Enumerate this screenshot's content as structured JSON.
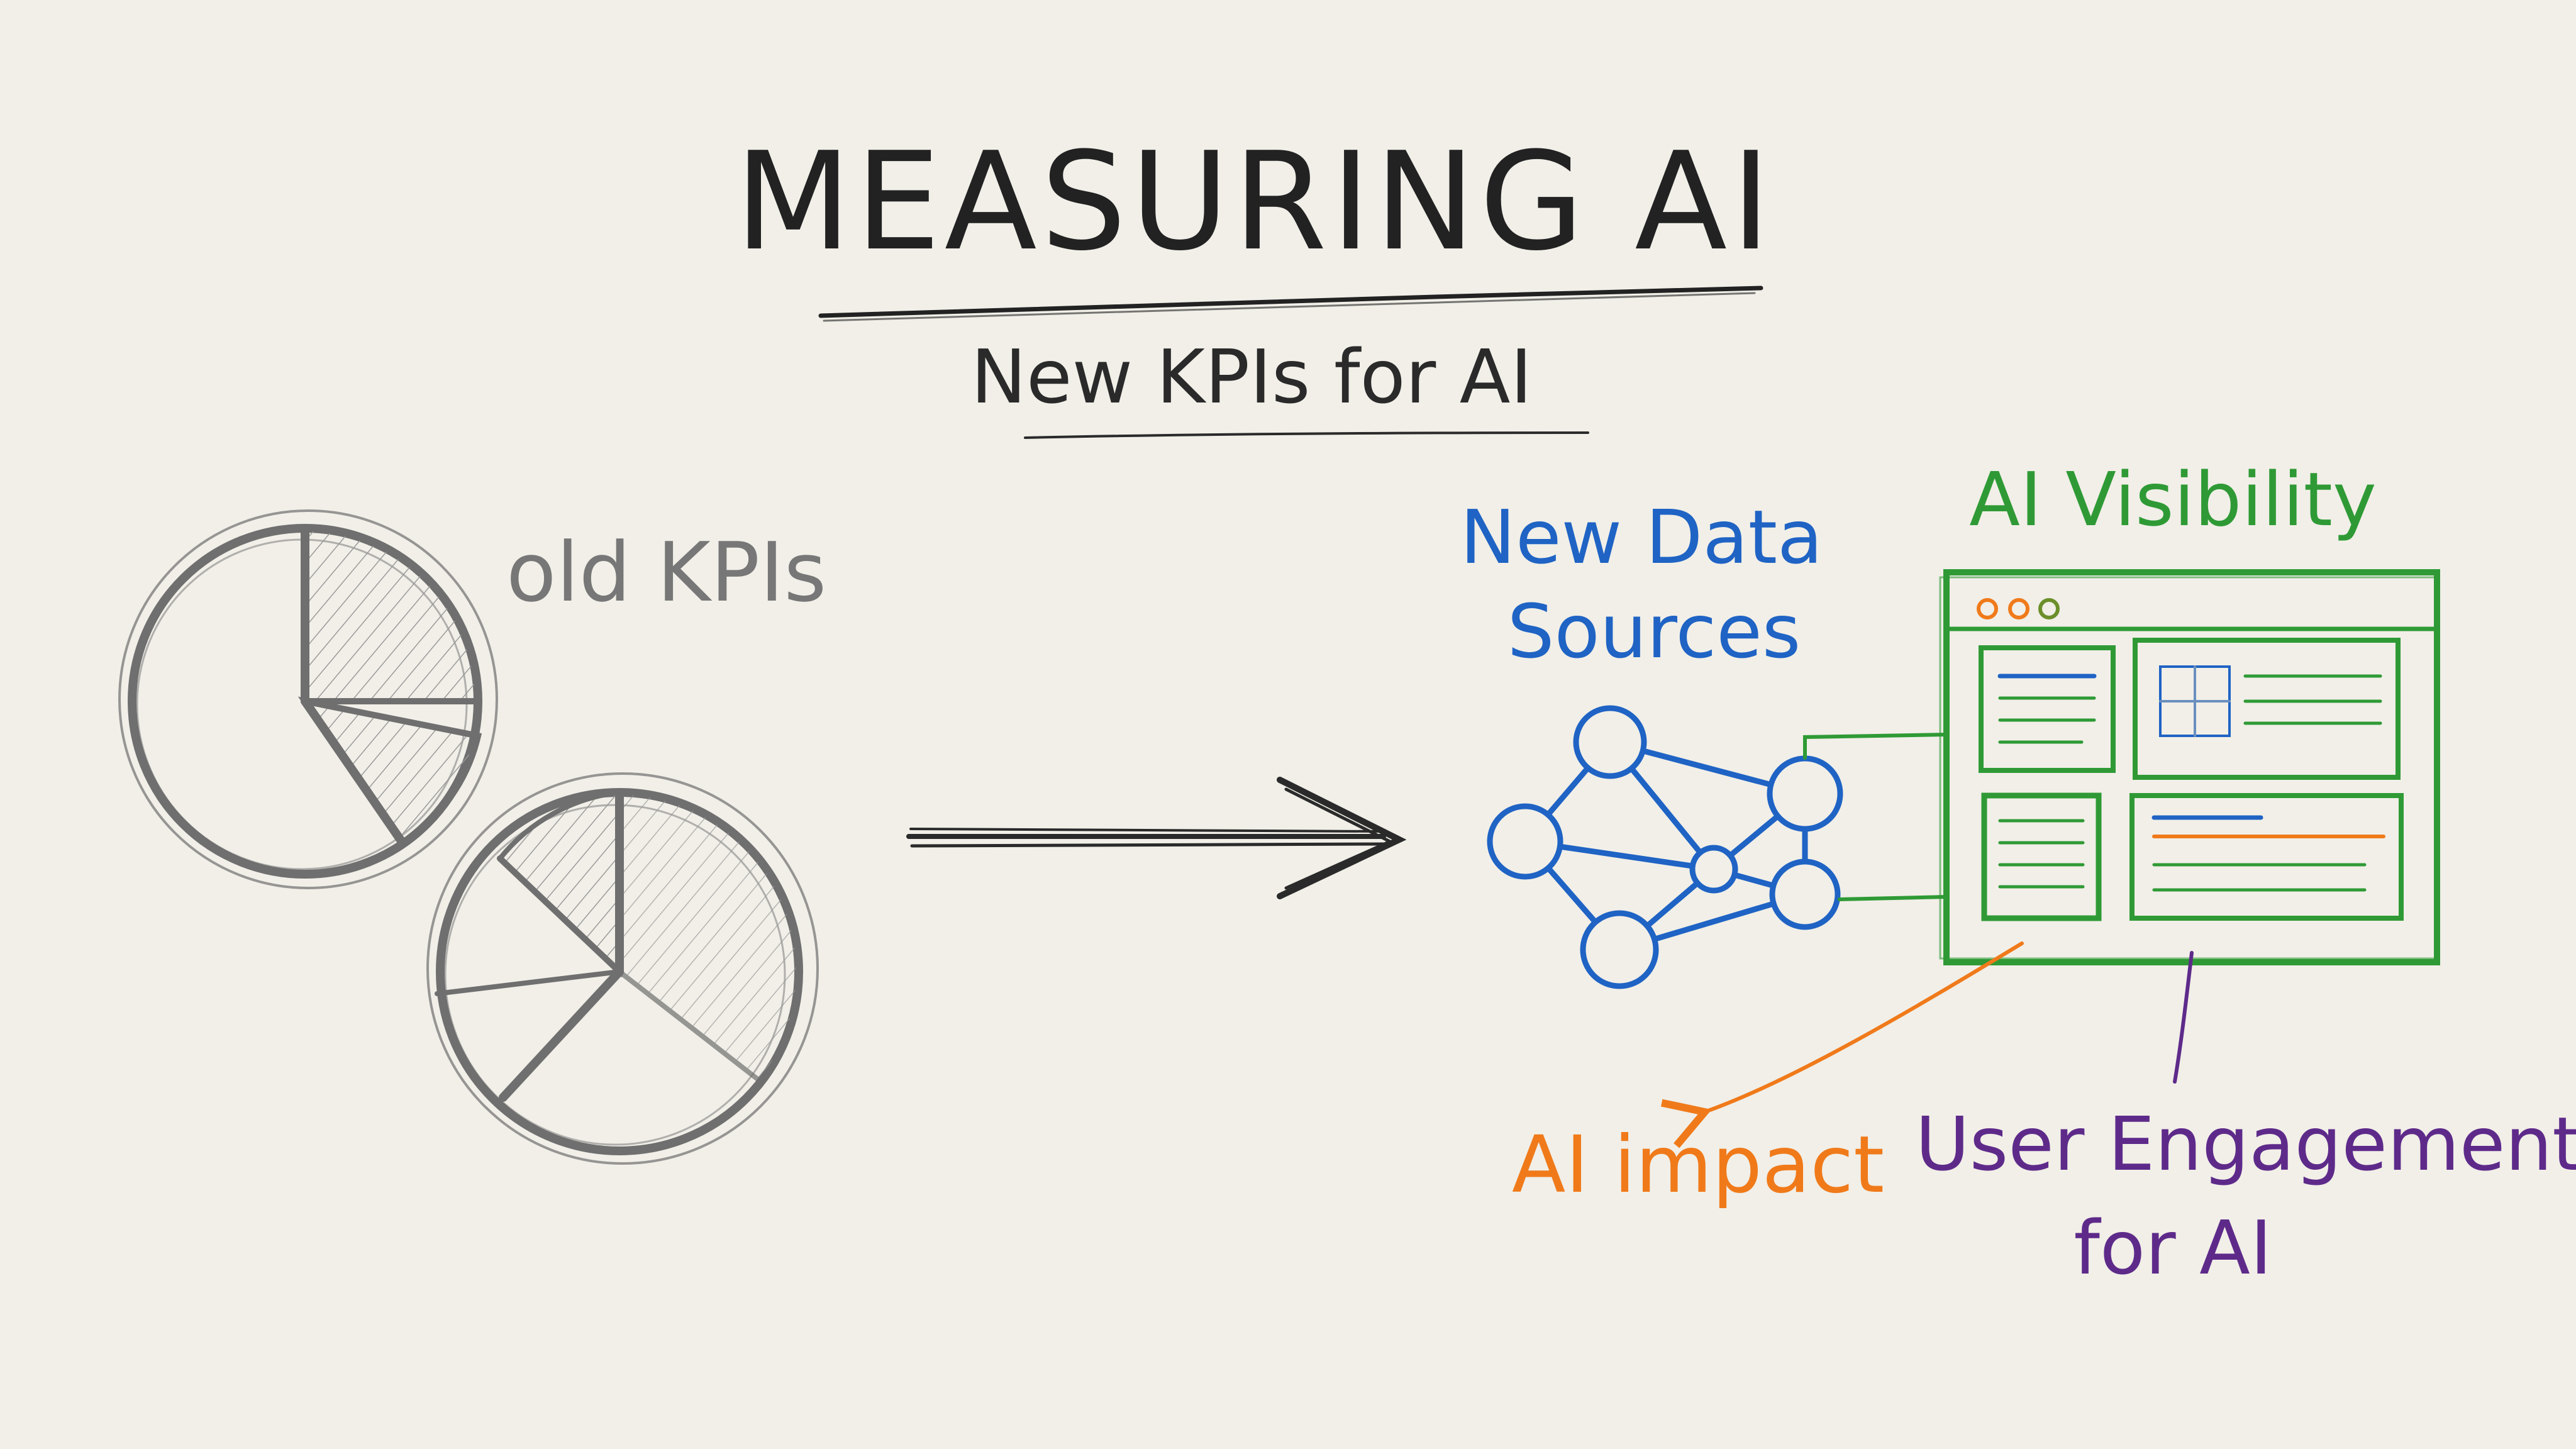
{
  "title": "MEASURING AI",
  "subtitle": "New KPIs for AI",
  "labels": {
    "old_kpis": "old KPIs",
    "new_data_sources_line1": "New Data",
    "new_data_sources_line2": "Sources",
    "ai_visibility": "AI Visibility",
    "ai_impact": "AI impact",
    "user_engagement_line1": "User Engagement",
    "user_engagement_line2": "for AI"
  },
  "colors": {
    "paper": "#f1efe8",
    "ink": "#2a2a2a",
    "pencil": "#6f6f6f",
    "blue": "#1f63c4",
    "green": "#2f9a35",
    "orange": "#f07a1a",
    "purple": "#5e2a8a"
  }
}
